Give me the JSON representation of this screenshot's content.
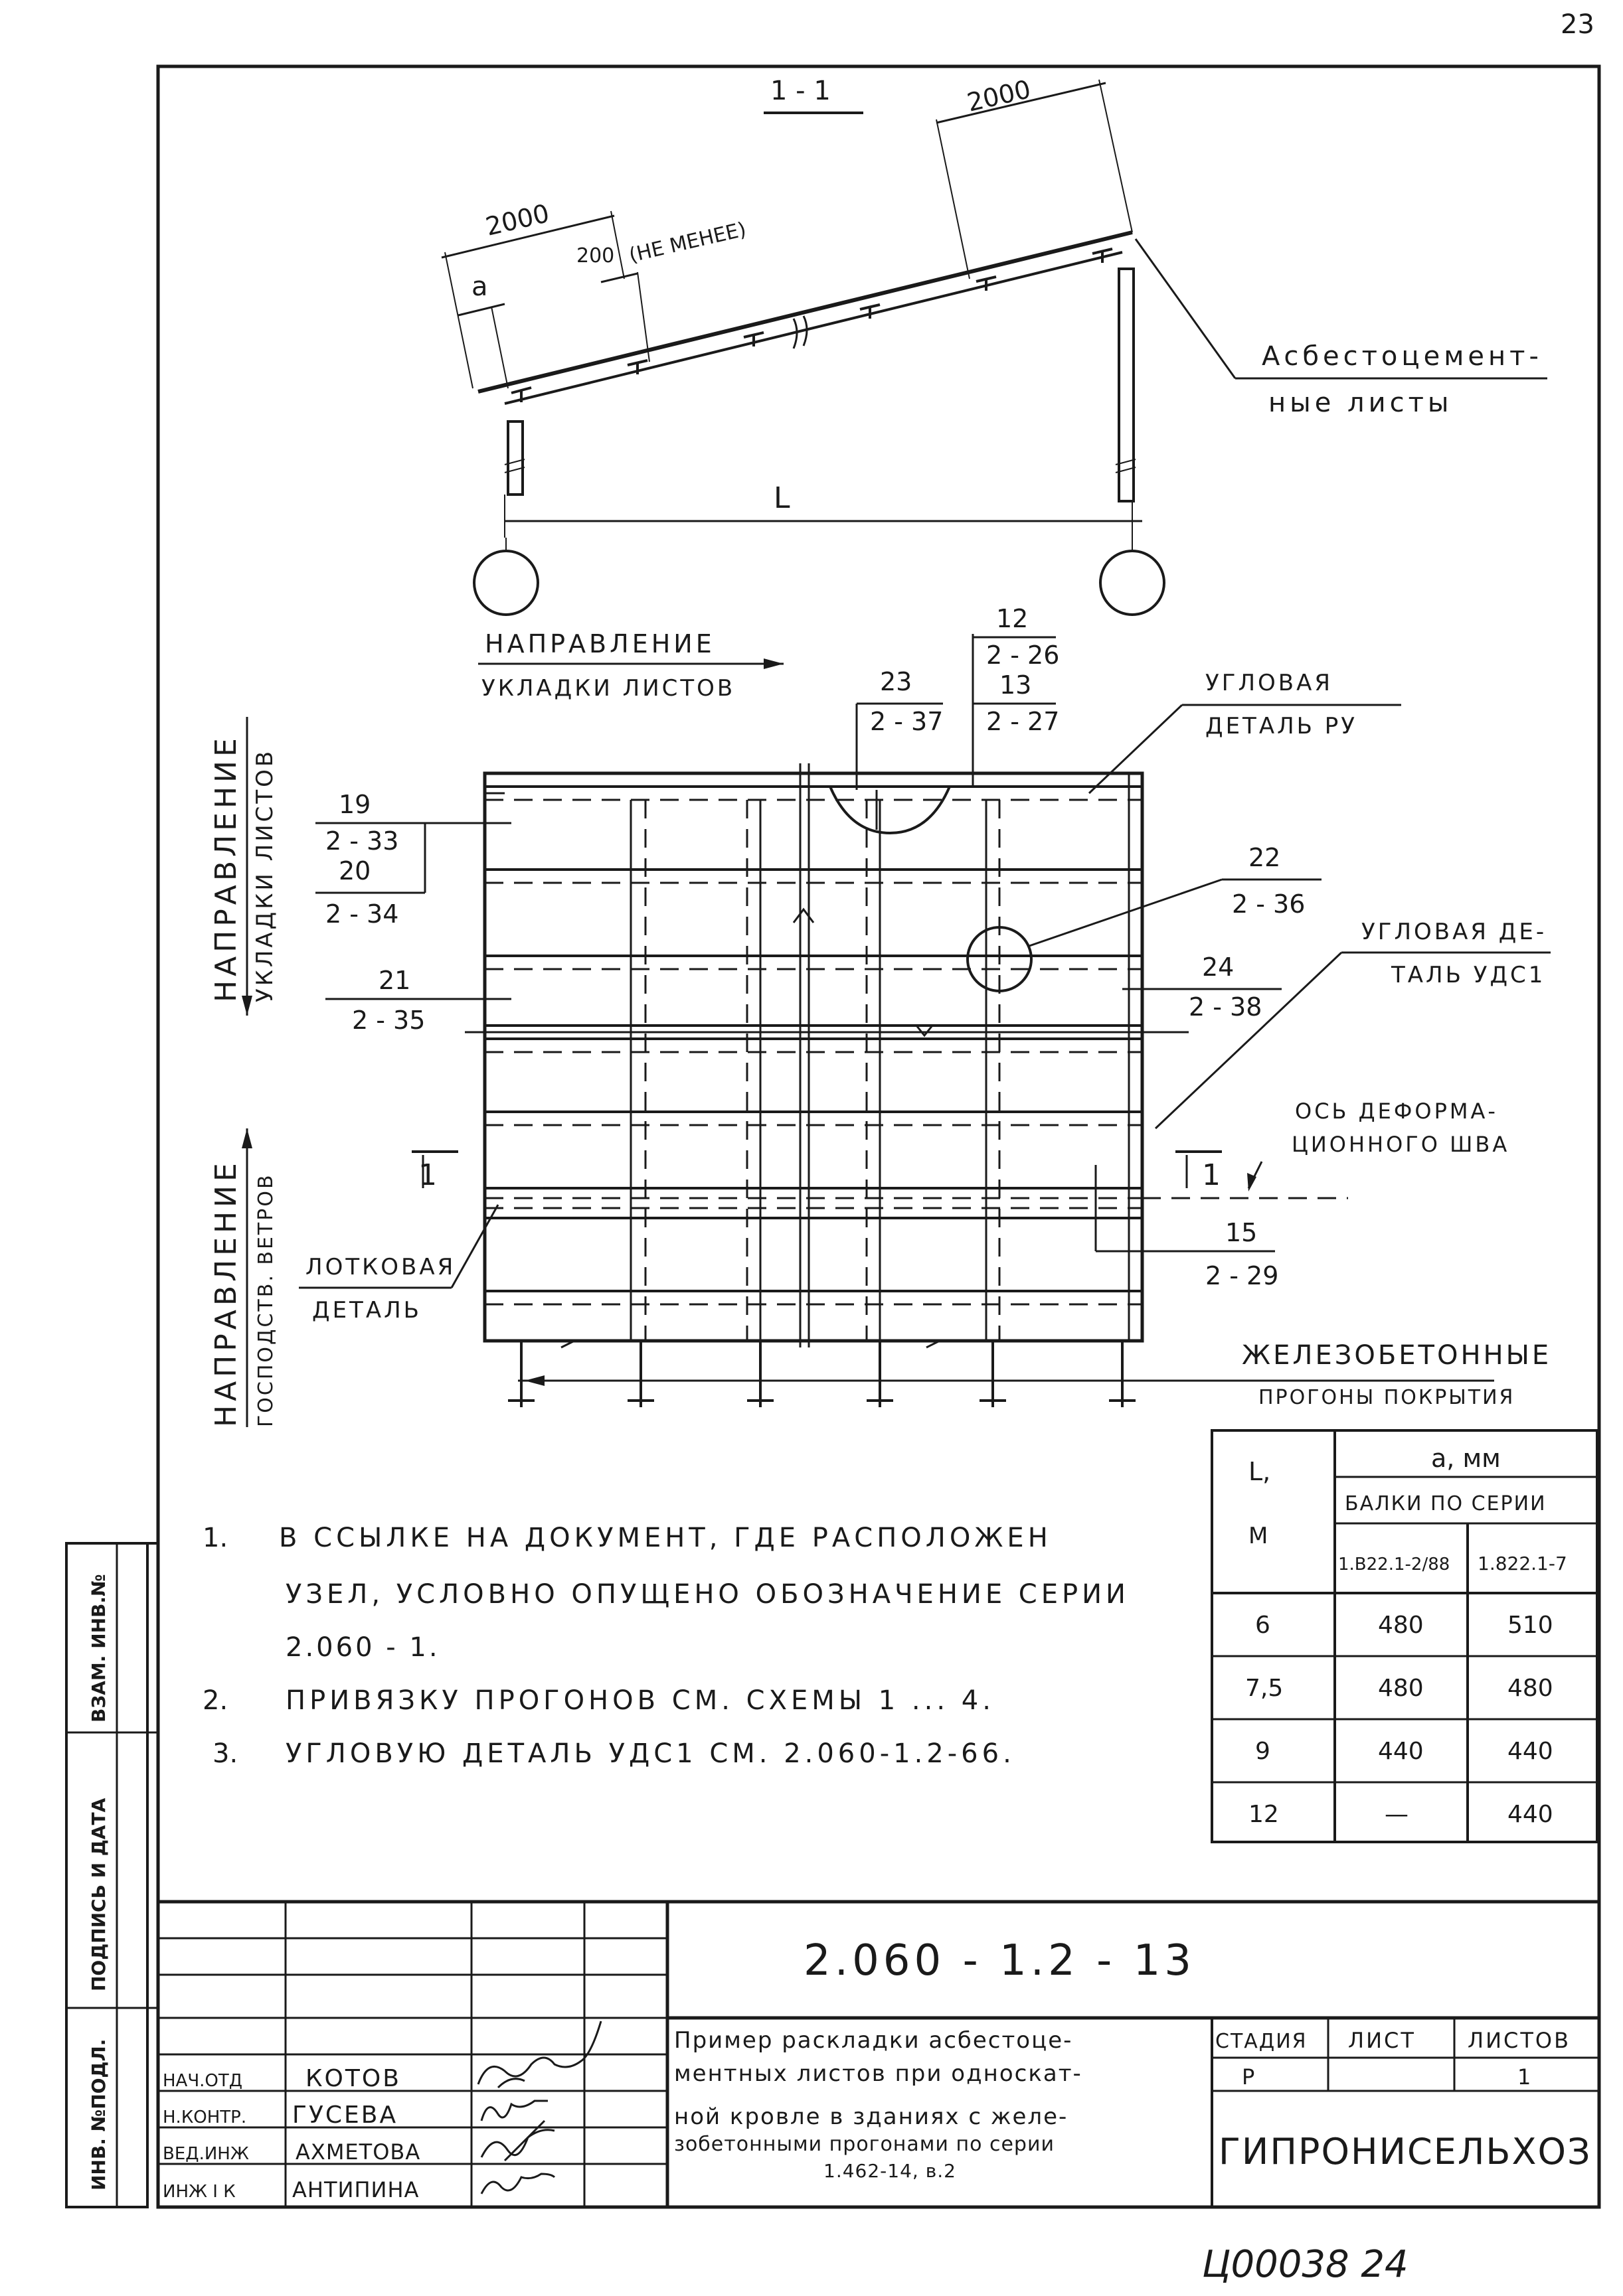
{
  "page_number_top": "23",
  "page_number_bottom": "Ц00038   24",
  "section": {
    "label": "1 - 1",
    "dim_top_left": "2000",
    "dim_top_right": "2000",
    "dim_a": "a",
    "dim_200": "200",
    "dim_200_note": "(НЕ МЕНЕЕ)",
    "span_label": "L",
    "sheets_label_1": "Асбестоцемент-",
    "sheets_label_2": "ные листы"
  },
  "plan": {
    "dir_laying_1": "НАПРАВЛЕНИЕ",
    "dir_laying_2": "УКЛАДКИ ЛИСТОВ",
    "vert_laying_1": "НАПРАВЛЕНИЕ",
    "vert_laying_2": "УКЛАДКИ ЛИСТОВ",
    "vert_wind_1": "НАПРАВЛЕНИЕ",
    "vert_wind_2": "ГОСПОДСТВ. ВЕТРОВ",
    "ref_12_top": "12",
    "ref_12_bot": "2 - 26",
    "ref_13_top": "13",
    "ref_13_bot": "2 - 27",
    "ref_23_top": "23",
    "ref_23_bot": "2 - 37",
    "ref_19_top": "19",
    "ref_19_bot": "2 - 33",
    "ref_20_top": "20",
    "ref_20_bot": "2 - 34",
    "ref_21_top": "21",
    "ref_21_bot": "2 - 35",
    "ref_22_top": "22",
    "ref_22_bot": "2 - 36",
    "ref_24_top": "24",
    "ref_24_bot": "2 - 38",
    "ref_15_top": "15",
    "ref_15_bot": "2 - 29",
    "corner_ru_1": "УГЛОВАЯ",
    "corner_ru_2": "ДЕТАЛЬ РУ",
    "corner_udc_1": "УГЛОВАЯ ДЕ-",
    "corner_udc_2": "ТАЛЬ УДС1",
    "axis_1": "ОСЬ ДЕФОРМА-",
    "axis_2": "ЦИОННОГО ШВА",
    "tray_1": "ЛОТКОВАЯ",
    "tray_2": "ДЕТАЛЬ",
    "purlins_1": "ЖЕЛЕЗОБЕТОННЫЕ",
    "purlins_2": "ПРОГОНЫ ПОКРЫТИЯ",
    "cut_left": "1",
    "cut_right": "1"
  },
  "notes": [
    {
      "num": "1.",
      "text": "В ССЫЛКЕ НА ДОКУМЕНТ, ГДЕ РАСПОЛОЖЕН"
    },
    {
      "num": "",
      "text": "УЗЕЛ, УСЛОВНО ОПУЩЕНО ОБОЗНАЧЕНИЕ СЕРИИ"
    },
    {
      "num": "",
      "text": "2.060 - 1."
    },
    {
      "num": "2.",
      "text": "ПРИВЯЗКУ ПРОГОНОВ СМ. СХЕМЫ 1 ... 4."
    },
    {
      "num": "3.",
      "text": "УГЛОВУЮ ДЕТАЛЬ УДС1 СМ. 2.060-1.2-66."
    }
  ],
  "table": {
    "head_L": "L,",
    "head_m": "М",
    "head_a": "a, мм",
    "head_series": "БАЛКИ ПО СЕРИИ",
    "col1": "1.В22.1-2/88",
    "col2": "1.822.1-7",
    "rows": [
      {
        "L": "6",
        "c1": "480",
        "c2": "510"
      },
      {
        "L": "7,5",
        "c1": "480",
        "c2": "480"
      },
      {
        "L": "9",
        "c1": "440",
        "c2": "440"
      },
      {
        "L": "12",
        "c1": "—",
        "c2": "440"
      }
    ]
  },
  "stamp": {
    "code": "2.060 - 1.2 - 13",
    "title_1": "Пример раскладки асбестоце-",
    "title_2": "ментных листов при односкат-",
    "title_3": "ной кровле в зданиях с желе-",
    "title_4": "зобетонными прогонами по серии",
    "title_5": "1.462-14, в.2",
    "stage_label": "СТАДИЯ",
    "sheet_label": "ЛИСТ",
    "sheets_label": "ЛИСТОВ",
    "stage": "Р",
    "sheets": "1",
    "org": "ГИПРОНИСЕЛЬХОЗ",
    "people": [
      {
        "role": "НАЧ.ОТД",
        "name": "КОТОВ"
      },
      {
        "role": "Н.КОНТР.",
        "name": "ГУСЕВА"
      },
      {
        "role": "ВЕД.ИНЖ",
        "name": "АХМЕТОВА"
      },
      {
        "role": "ИНЖ I К",
        "name": "АНТИПИНА"
      }
    ],
    "side_1": "ВЗАМ. ИНВ.№",
    "side_2": "ПОДПИСЬ И ДАТА",
    "side_3": "ИНВ. №ПОДЛ."
  }
}
